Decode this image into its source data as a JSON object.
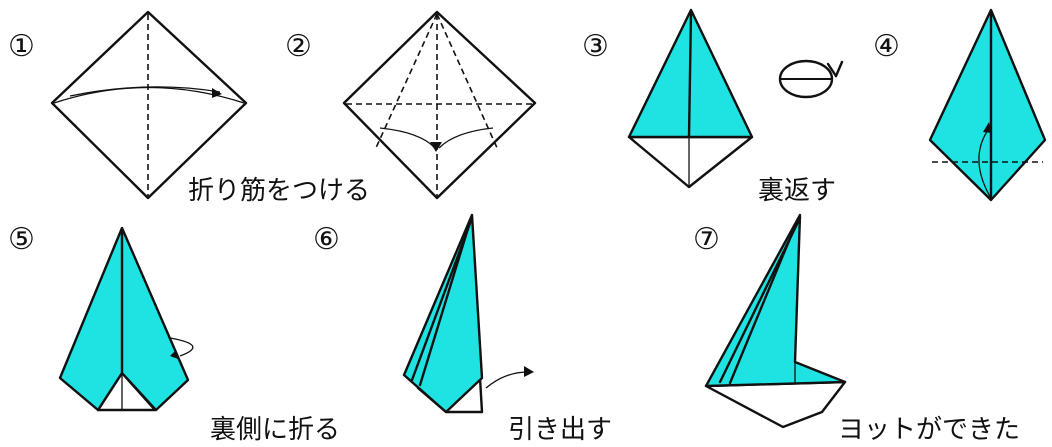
{
  "colors": {
    "paper_front": "#1fe3e3",
    "paper_back": "#ffffff",
    "ink": "#111111"
  },
  "steps": [
    {
      "number": "①",
      "caption": "折り筋をつける"
    },
    {
      "number": "②",
      "caption": ""
    },
    {
      "number": "③",
      "caption": ""
    },
    {
      "number": "④",
      "caption": ""
    },
    {
      "number": "⑤",
      "caption": "裏側に折る"
    },
    {
      "number": "⑥",
      "caption": "引き出す"
    },
    {
      "number": "⑦",
      "caption": "ヨットができた"
    }
  ],
  "flip_caption": "裏返す",
  "icons": {
    "flip": "rotate-arrow-icon"
  }
}
